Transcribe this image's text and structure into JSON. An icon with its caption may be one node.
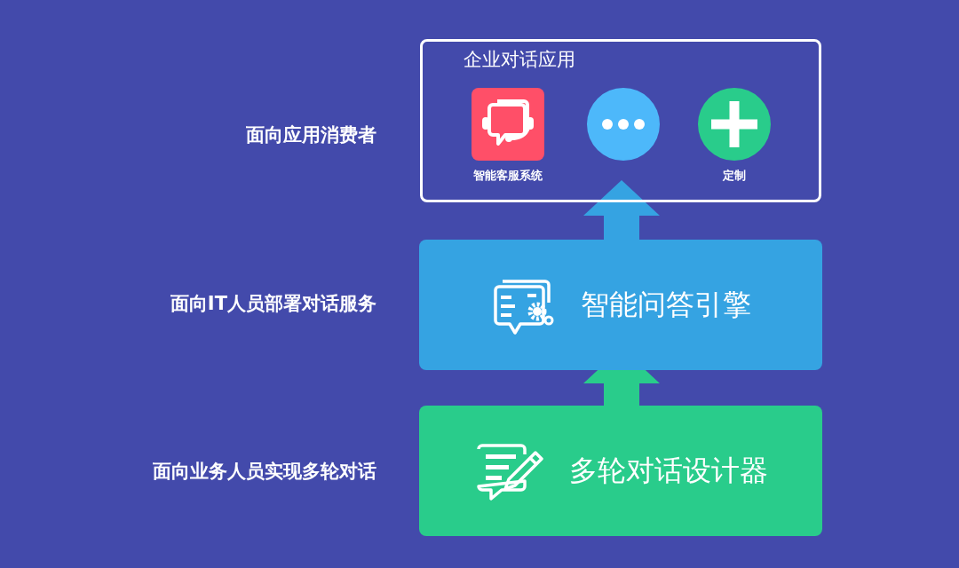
{
  "diagram": {
    "nodes": [
      {
        "text": [
          "企业对话应用"
        ]
      },
      {
        "text": [
          "智能客服系统"
        ],
        "in": 0
      },
      {
        "text": [],
        "shape": "circle",
        "in": 0
      },
      {
        "text": [
          "定制"
        ],
        "in": 0
      },
      {
        "text": [
          "智能问答引擎"
        ]
      },
      {
        "text": [
          "多轮对话设计器"
        ]
      }
    ],
    "edges": [
      {
        "from": 4,
        "to": 0,
        "arrow": "to",
        "color": "#35a3e2"
      },
      {
        "from": 5,
        "to": 4,
        "arrow": "to",
        "color": "#29cc8b"
      }
    ],
    "labels": [
      "面向应用消费者",
      "面向IT人员部署对话服务",
      "面向业务人员实现多轮对话"
    ]
  }
}
